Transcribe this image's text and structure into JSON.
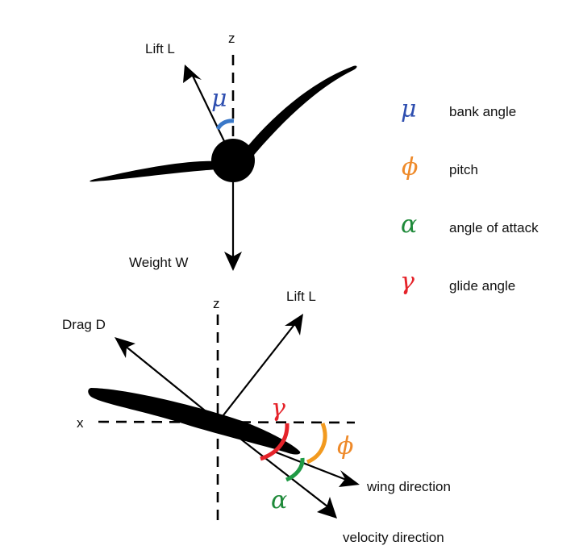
{
  "top_figure": {
    "axis_z_label": "z",
    "lift_label": "Lift L",
    "weight_label": "Weight W",
    "bank_symbol": "μ"
  },
  "bottom_figure": {
    "axis_z_label": "z",
    "axis_x_label": "x",
    "lift_label": "Lift L",
    "drag_label": "Drag D",
    "wing_direction_label": "wing direction",
    "velocity_direction_label": "velocity direction",
    "glide_symbol": "γ",
    "pitch_symbol": "ϕ",
    "attack_symbol": "α"
  },
  "legend": {
    "items": [
      {
        "symbol": "μ",
        "label": "bank angle",
        "color": "#2f4fb0"
      },
      {
        "symbol": "ϕ",
        "label": "pitch",
        "color": "#ee8a2a"
      },
      {
        "symbol": "α",
        "label": "angle of attack",
        "color": "#1f8a3a"
      },
      {
        "symbol": "γ",
        "label": "glide angle",
        "color": "#e5232a"
      }
    ]
  },
  "colors": {
    "bank_arc": "#3a78c8",
    "pitch_arc": "#f29a1f",
    "attack_arc": "#1f9a45",
    "glide_arc": "#e5232a"
  }
}
